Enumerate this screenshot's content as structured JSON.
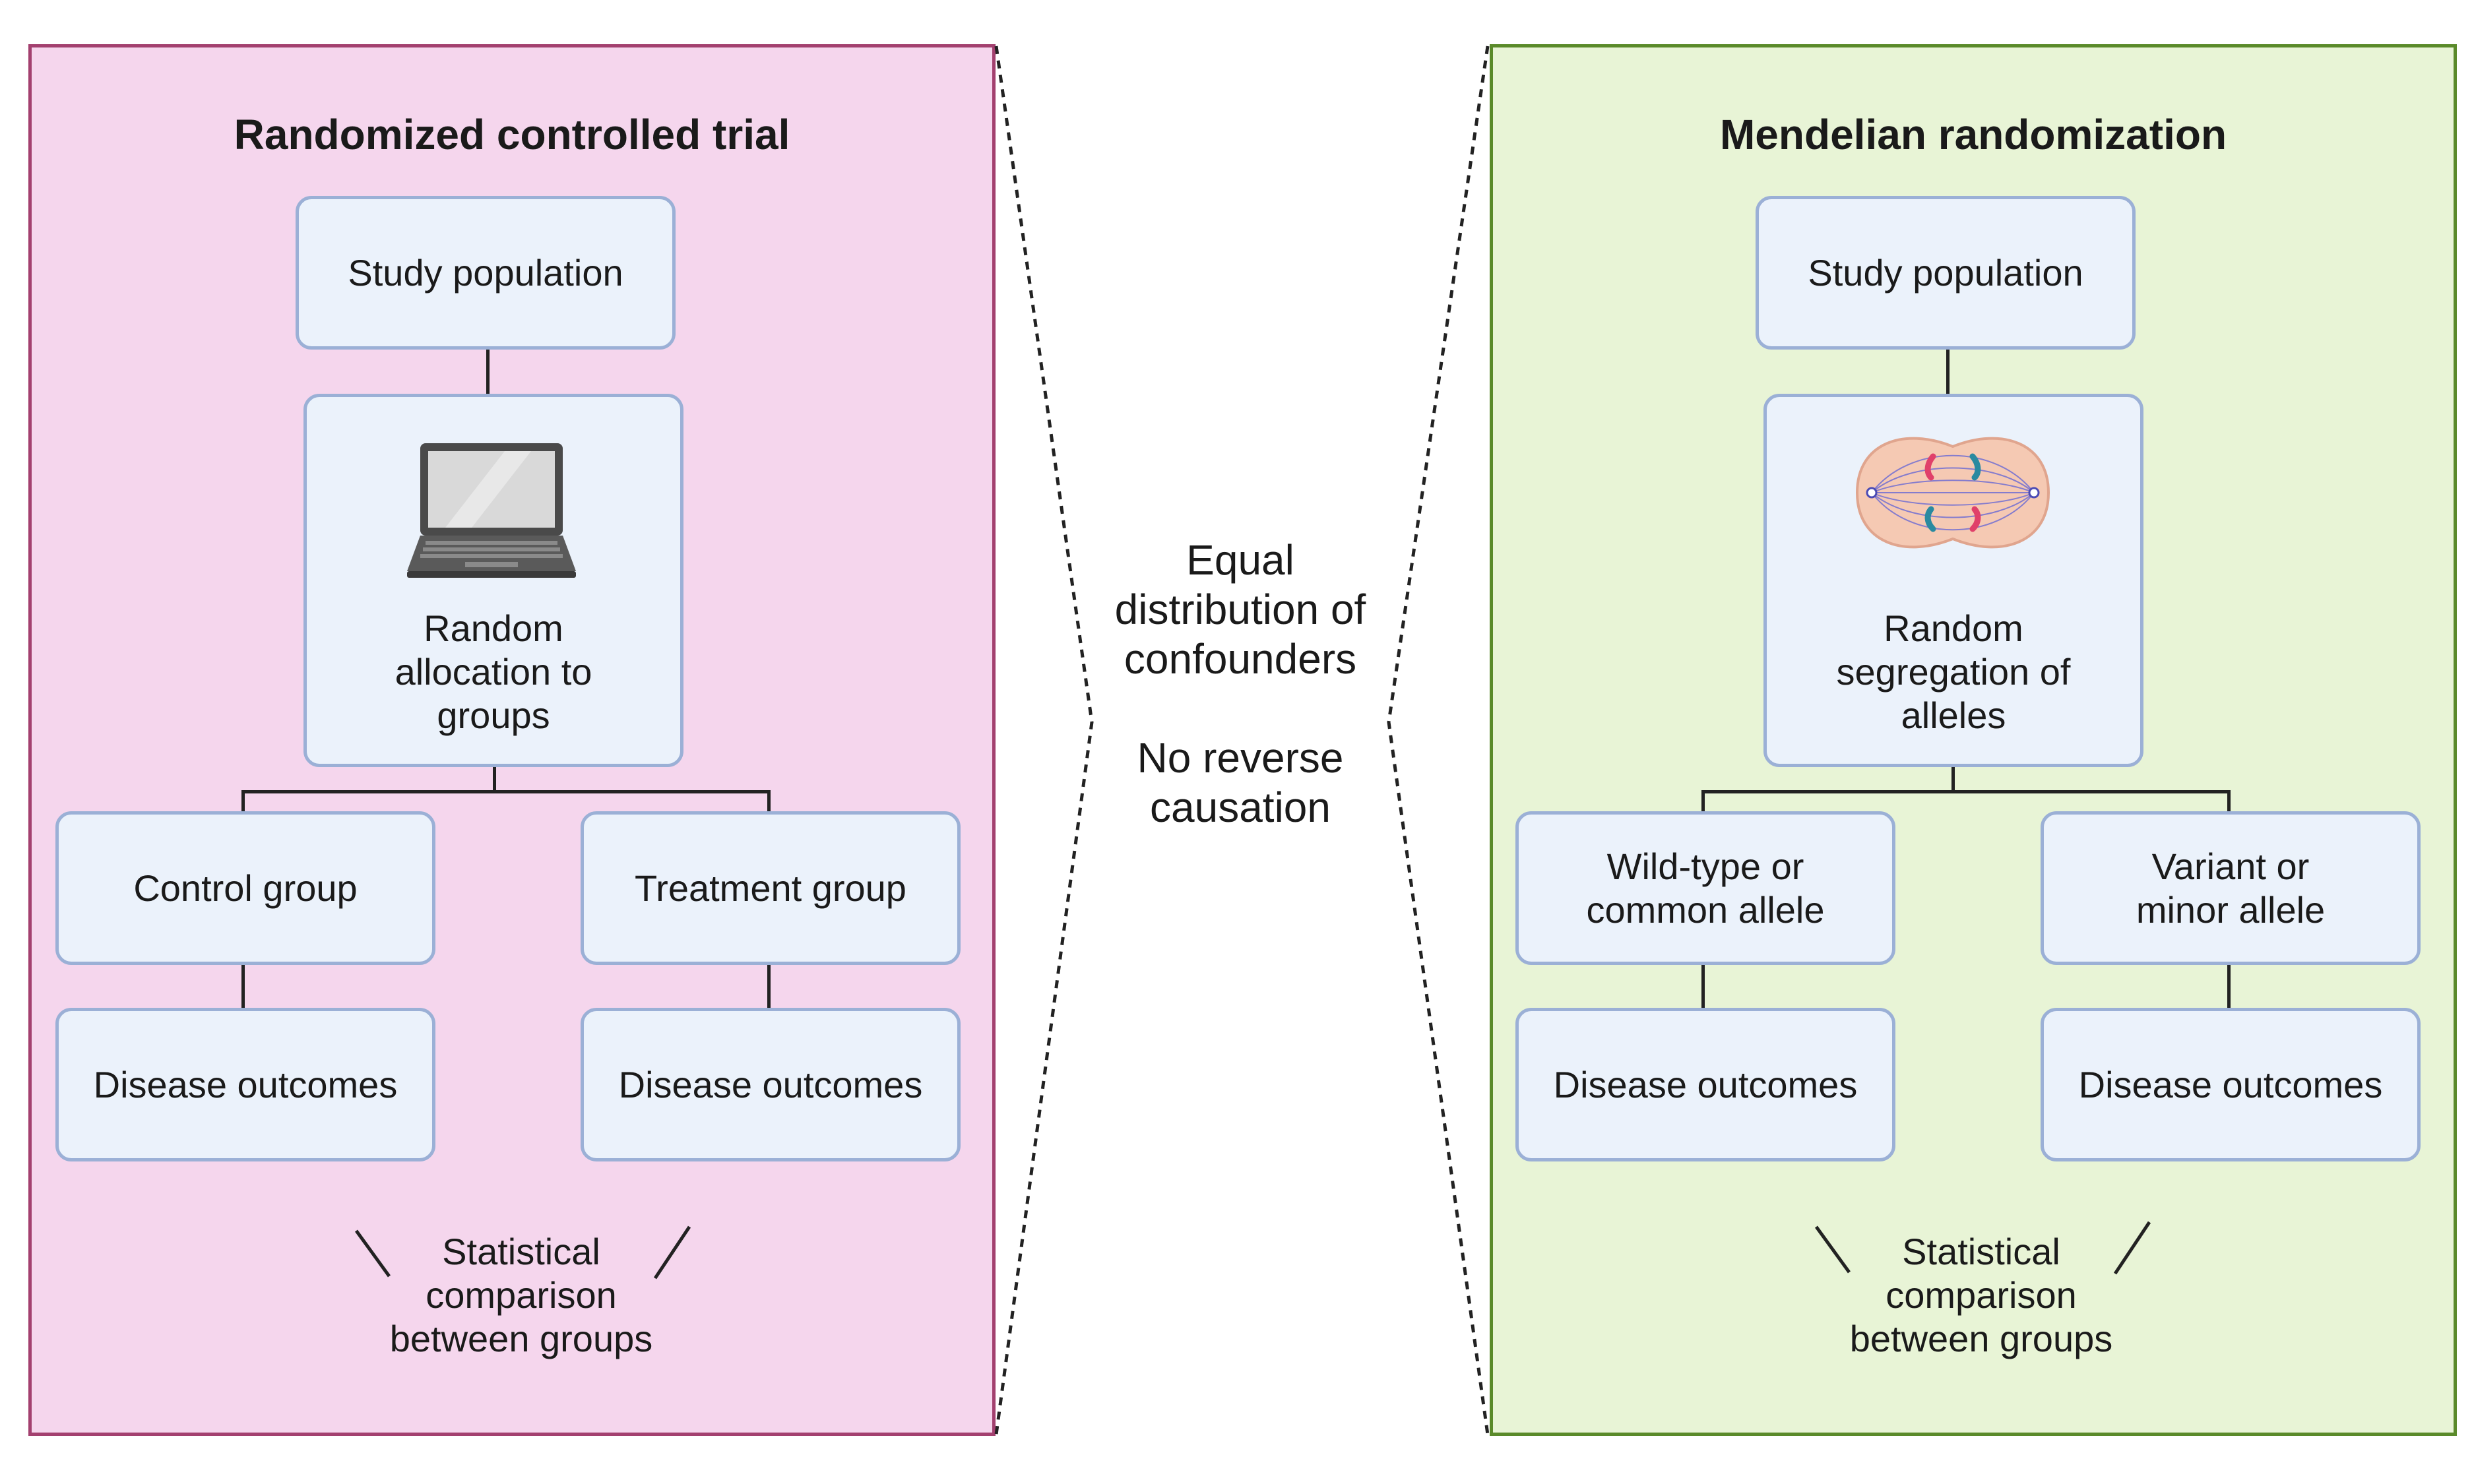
{
  "rct": {
    "title": "Randomized controlled trial",
    "study_population": "Study population",
    "random_line1": "Random",
    "random_line2": "allocation to",
    "random_line3": "groups",
    "left_group": "Control group",
    "right_group": "Treatment group",
    "left_outcome": "Disease outcomes",
    "right_outcome": "Disease outcomes",
    "stat_line1": "Statistical",
    "stat_line2": "comparison",
    "stat_line3": "between groups",
    "icon": "laptop-icon"
  },
  "mr": {
    "title": "Mendelian randomization",
    "study_population": "Study population",
    "random_line1": "Random",
    "random_line2": "segregation of",
    "random_line3": "alleles",
    "left_group_line1": "Wild-type or",
    "left_group_line2": "common allele",
    "right_group_line1": "Variant or",
    "right_group_line2": "minor allele",
    "left_outcome": "Disease outcomes",
    "right_outcome": "Disease outcomes",
    "stat_line1": "Statistical",
    "stat_line2": "comparison",
    "stat_line3": "between groups",
    "icon": "cell-division-icon"
  },
  "center": {
    "line1": "Equal",
    "line2": "distribution of",
    "line3": "confounders",
    "line4": "No reverse",
    "line5": "causation"
  },
  "colors": {
    "rct_fill": "#f5d6ed",
    "rct_border": "#a3406f",
    "mr_fill": "#e8f4d6",
    "mr_border": "#5a8a2a",
    "box_fill": "#ebf2fb",
    "box_border": "#9bb0d6"
  }
}
